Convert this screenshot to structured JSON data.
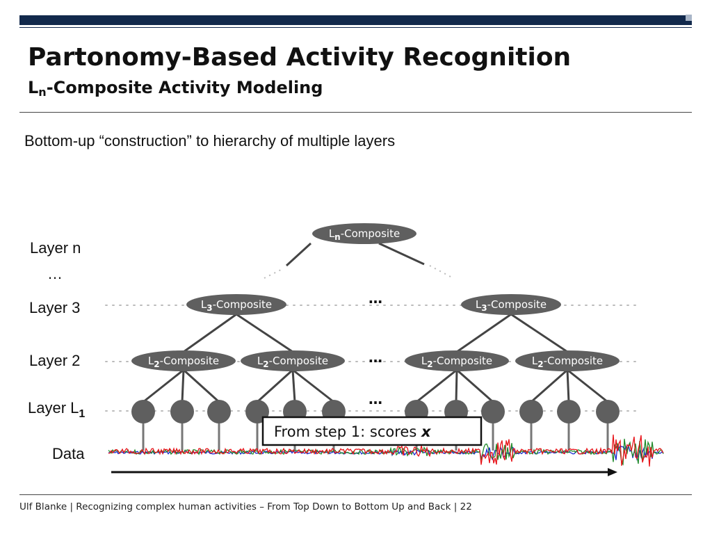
{
  "header": {
    "title": "Partonomy-Based Activity Recognition",
    "subtitle_base": "L",
    "subtitle_sub": "n",
    "subtitle_rest": "-Composite Activity Modeling"
  },
  "intro": "Bottom-up “construction” to hierarchy of multiple layers",
  "diagram": {
    "layer_labels": {
      "layer_n": "Layer n",
      "ellipsis": "…",
      "layer_3": "Layer 3",
      "layer_2": "Layer 2",
      "layer_l1_base": "Layer L",
      "layer_l1_sub": "1",
      "data": "Data"
    },
    "nodes": {
      "ln": {
        "base": "L",
        "sub": "n",
        "rest": "-Composite"
      },
      "l3": {
        "base": "L",
        "sub": "3",
        "rest": "-Composite"
      },
      "l2": {
        "base": "L",
        "sub": "2",
        "rest": "-Composite"
      }
    },
    "continuation": "…",
    "callout": {
      "text": "From step 1: scores ",
      "var": "x"
    },
    "colors": {
      "node_fill": "#5f5f5f",
      "edge": "#444444",
      "guide": "#bbbbbb",
      "signal_red": "#e8141a",
      "signal_green": "#1f8a2a",
      "signal_blue": "#1a2ad0"
    }
  },
  "footer": "Ulf Blanke | Recognizing complex human activities – From Top Down to Bottom Up and Back | 22"
}
